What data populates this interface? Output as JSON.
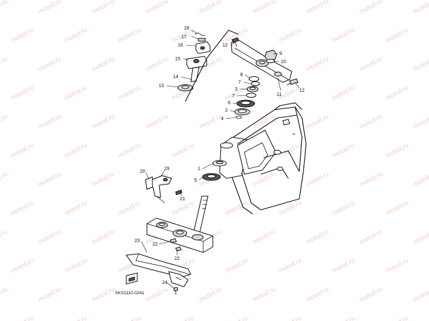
{
  "watermark": {
    "text": "motod.ru",
    "color": "#f2c9c9"
  },
  "diagram_code": "5KS1110-0241",
  "callouts": [
    {
      "id": "c1",
      "label": "1"
    },
    {
      "id": "c2",
      "label": "2"
    },
    {
      "id": "c3",
      "label": "3"
    },
    {
      "id": "c4",
      "label": "4"
    },
    {
      "id": "c5",
      "label": "5"
    },
    {
      "id": "c6",
      "label": "6"
    },
    {
      "id": "c7a",
      "label": "7"
    },
    {
      "id": "c7b",
      "label": "7"
    },
    {
      "id": "c8",
      "label": "8"
    },
    {
      "id": "c9",
      "label": "9"
    },
    {
      "id": "c10",
      "label": "10"
    },
    {
      "id": "c11",
      "label": "11"
    },
    {
      "id": "c12a",
      "label": "12"
    },
    {
      "id": "c12b",
      "label": "12"
    },
    {
      "id": "c13",
      "label": "13"
    },
    {
      "id": "c14",
      "label": "14"
    },
    {
      "id": "c15",
      "label": "15"
    },
    {
      "id": "c16",
      "label": "16"
    },
    {
      "id": "c17",
      "label": "17"
    },
    {
      "id": "c18",
      "label": "18"
    },
    {
      "id": "c19",
      "label": "19"
    },
    {
      "id": "c20",
      "label": "20"
    },
    {
      "id": "c21",
      "label": "21"
    },
    {
      "id": "c22a",
      "label": "22"
    },
    {
      "id": "c22b",
      "label": "22"
    },
    {
      "id": "c23",
      "label": "23"
    },
    {
      "id": "c24",
      "label": "24"
    }
  ]
}
